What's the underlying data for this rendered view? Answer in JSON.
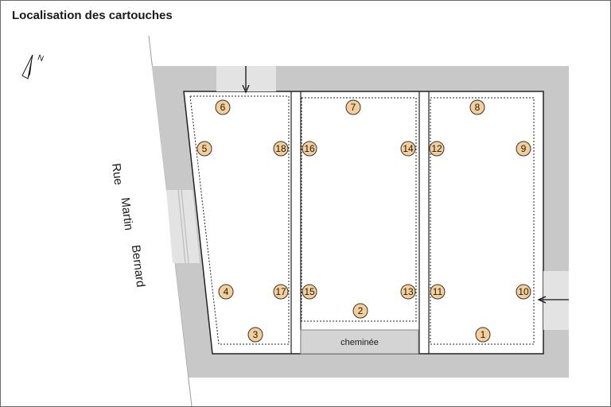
{
  "title": "Localisation des cartouches",
  "street": {
    "words": [
      "Rue",
      "Martin",
      "Bernard"
    ]
  },
  "chimney_label": "cheminée",
  "north_label": "N",
  "colors": {
    "wall": "#c8c8c8",
    "opening": "#e3e3e3",
    "marker_fill": "#f6cf98",
    "marker_stroke": "#333333",
    "chimney": "#d4d4d4"
  },
  "markers": [
    {
      "n": "1"
    },
    {
      "n": "2"
    },
    {
      "n": "3"
    },
    {
      "n": "4"
    },
    {
      "n": "5"
    },
    {
      "n": "6"
    },
    {
      "n": "7"
    },
    {
      "n": "8"
    },
    {
      "n": "9"
    },
    {
      "n": "10"
    },
    {
      "n": "11"
    },
    {
      "n": "12"
    },
    {
      "n": "13"
    },
    {
      "n": "14"
    },
    {
      "n": "15"
    },
    {
      "n": "16"
    },
    {
      "n": "17"
    },
    {
      "n": "18"
    }
  ]
}
